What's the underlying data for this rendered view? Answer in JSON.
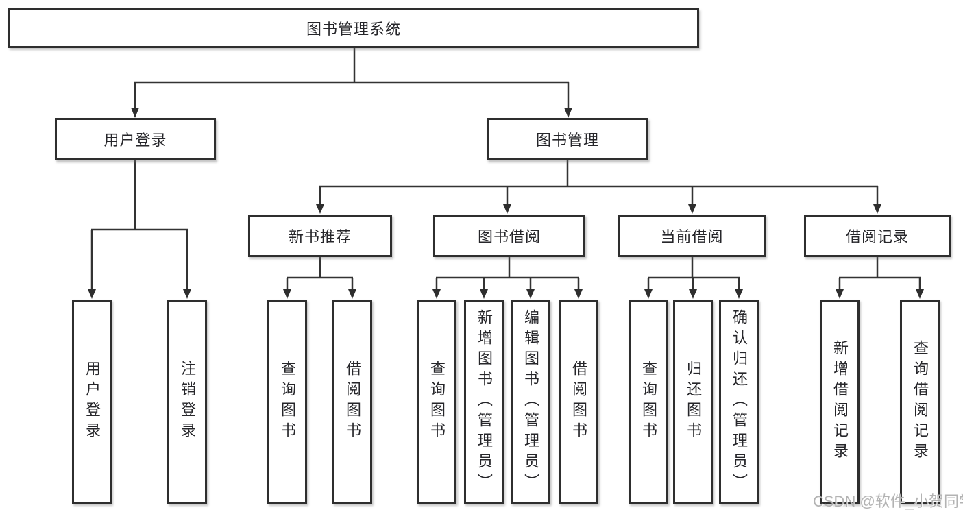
{
  "tree": {
    "root": "图书管理系统",
    "level2": [
      "用户登录",
      "图书管理"
    ],
    "level3": [
      "新书推荐",
      "图书借阅",
      "当前借阅",
      "借阅记录"
    ],
    "level4": {
      "under_user_login": [
        "用户登录",
        "注销登录"
      ],
      "under_new_book": [
        "查询图书",
        "借阅图书"
      ],
      "under_book_borrow": [
        "查询图书",
        "新增图书（管理员）",
        "编辑图书（管理员）",
        "借阅图书"
      ],
      "under_current_borrow": [
        "查询图书",
        "归还图书",
        "确认归还（管理员）"
      ],
      "under_borrow_record": [
        "新增借阅记录",
        "查询借阅记录"
      ]
    }
  },
  "watermark": "CSDN @软件_小贺同学",
  "colors": {
    "line": "#333333",
    "box_border": "#2e2e2e",
    "box_fill": "#ffffff",
    "text": "#26262a",
    "watermark": "#afafaf"
  }
}
